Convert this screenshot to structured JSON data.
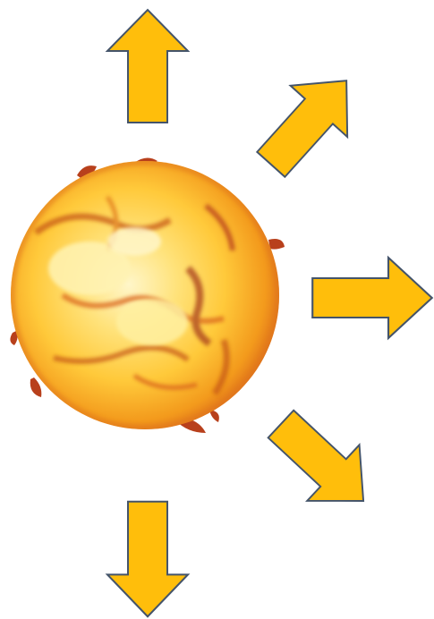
{
  "figure": {
    "background": "#ffffff",
    "sun": {
      "icon": "sun-icon",
      "colors": {
        "core": "#fff6c9",
        "mid": "#ffc93a",
        "outer": "#f39a1c",
        "rim": "#d9641a",
        "flare": "#b8401c",
        "texture": "#c75a17"
      }
    },
    "arrows": {
      "icon": "arrow-icon",
      "fill": "#ffbe0b",
      "stroke": "#44546a",
      "items": [
        {
          "direction": "up"
        },
        {
          "direction": "up-right"
        },
        {
          "direction": "right"
        },
        {
          "direction": "down-right"
        },
        {
          "direction": "down"
        }
      ]
    }
  }
}
